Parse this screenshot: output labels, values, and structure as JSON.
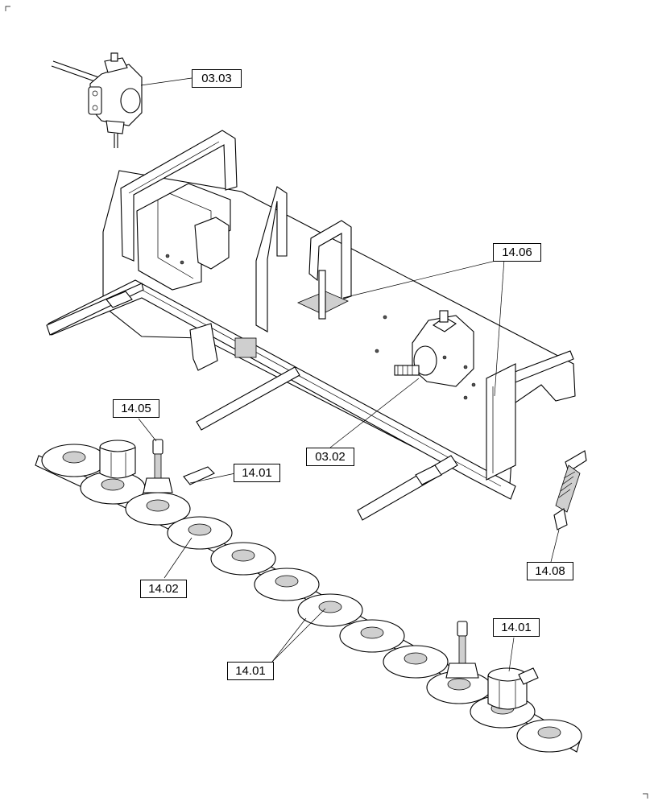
{
  "callouts": {
    "c_0303": "03.03",
    "c_1406": "14.06",
    "c_1405": "14.05",
    "c_1401_top": "14.01",
    "c_0302": "03.02",
    "c_1402": "14.02",
    "c_1408": "14.08",
    "c_1401_mid": "14.01",
    "c_1401_right": "14.01"
  },
  "colors": {
    "line": "#000000",
    "background": "#ffffff",
    "shade": "#cfcfcf"
  },
  "icons": {
    "corner_marks": "crop-mark"
  }
}
